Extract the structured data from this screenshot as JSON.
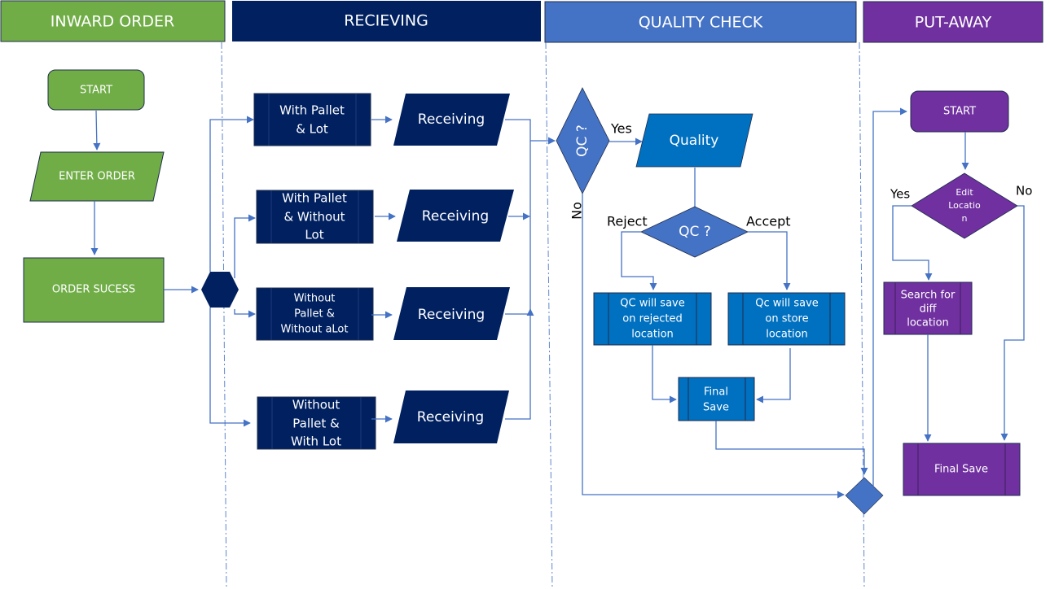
{
  "colors": {
    "inward": "#70AD47",
    "receiving": "#002060",
    "quality_header": "#4472C4",
    "quality_shape": "#0070C0",
    "putaway": "#7030A0",
    "connector": "#4472C4",
    "outline": "#1F2D4D"
  },
  "lanes": [
    {
      "title": "INWARD ORDER"
    },
    {
      "title": "RECIEVING"
    },
    {
      "title": "QUALITY CHECK"
    },
    {
      "title": "PUT-AWAY"
    }
  ],
  "inward": {
    "start": "START",
    "enter_order": "ENTER ORDER",
    "order_success": "ORDER SUCESS"
  },
  "receiving": {
    "options": [
      {
        "lines": [
          "With Pallet",
          "& Lot"
        ],
        "action": "Receiving"
      },
      {
        "lines": [
          "With Pallet",
          "& Without",
          "Lot"
        ],
        "action": "Receiving"
      },
      {
        "lines": [
          "Without",
          "Pallet &",
          "Without  aLot"
        ],
        "action": "Receiving"
      },
      {
        "lines": [
          "Without",
          "Pallet &",
          "With Lot"
        ],
        "action": "Receiving"
      }
    ]
  },
  "quality": {
    "qc_decision": "QC ?",
    "yes": "Yes",
    "no": "No",
    "quality_step": "Quality",
    "qc_result": "QC ?",
    "reject": "Reject",
    "accept": "Accept",
    "rejected_save": [
      "QC will save",
      "on rejected",
      "location"
    ],
    "store_save": [
      "Qc will save",
      "on store",
      "location"
    ],
    "final_save": [
      "Final",
      "Save"
    ]
  },
  "putaway": {
    "start": "START",
    "edit_location": [
      "Edit",
      "Locatio",
      "n"
    ],
    "yes": "Yes",
    "no": "No",
    "search": [
      "Search for",
      "diff",
      "location"
    ],
    "final_save": "Final Save"
  }
}
